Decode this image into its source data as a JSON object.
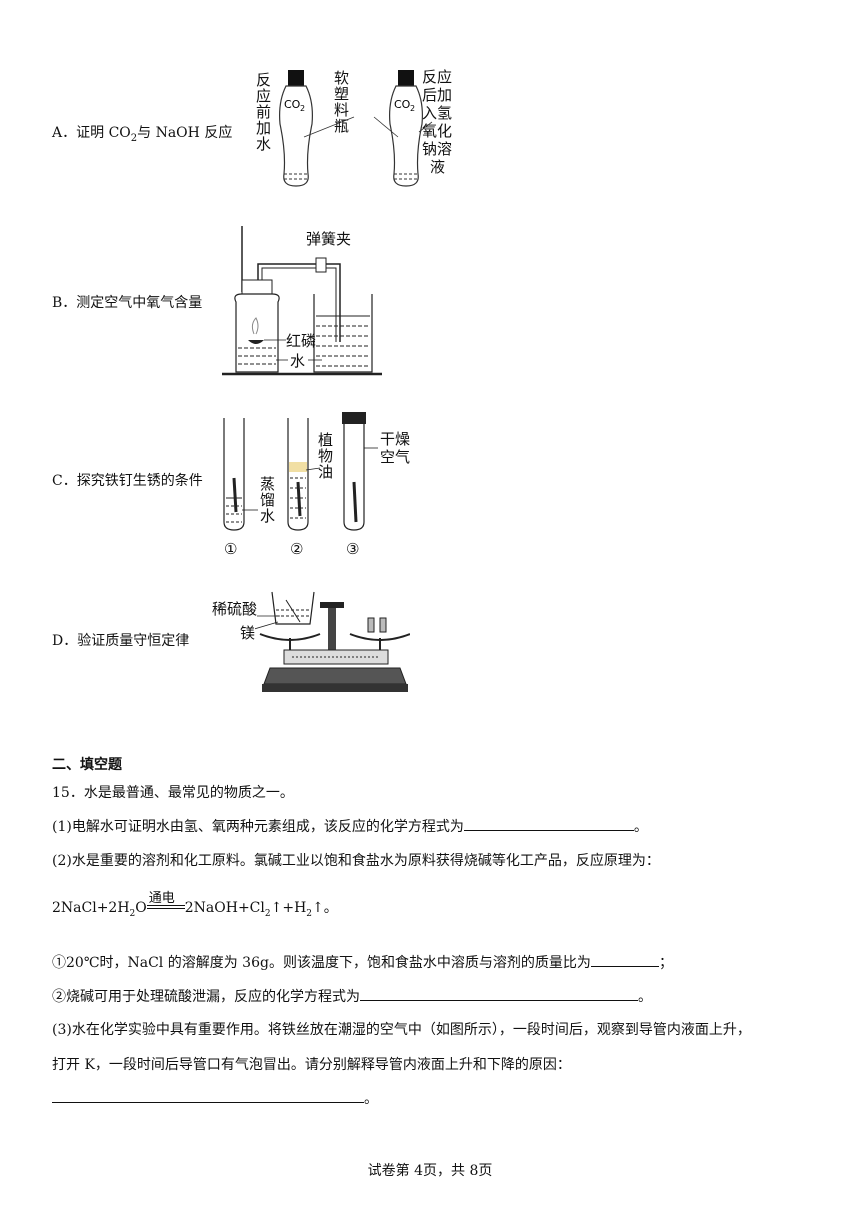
{
  "options": [
    {
      "letter": "A．",
      "text_pre": "证明  CO",
      "sub": "2",
      "text_post": "与  NaOH  反应"
    },
    {
      "letter": "B．",
      "text": "测定空气中氧气含量"
    },
    {
      "letter": "C．",
      "text": "探究铁钉生锈的条件"
    },
    {
      "letter": "D．",
      "text": "验证质量守恒定律"
    }
  ],
  "figA": {
    "label_left": "反应前加水",
    "label_mid": "软塑料瓶",
    "label_right": [
      "反应",
      "后加",
      "入氢",
      "氧化",
      "钠溶",
      "液"
    ],
    "co2": "CO",
    "co2_sub": "2"
  },
  "figB": {
    "clip": "弹簧夹",
    "phosphorus": "红磷",
    "water": "水"
  },
  "figC": {
    "dry_air": [
      "干燥",
      "空气"
    ],
    "oil": "植物油",
    "distilled": "蒸馏水",
    "tubes": [
      "①",
      "②",
      "③"
    ]
  },
  "figD": {
    "acid": "稀硫酸",
    "mg": "镁"
  },
  "section_title": "二、填空题",
  "q15": {
    "stem": "15．水是最普通、最常见的物质之一。",
    "p1": "(1)电解水可证明水由氢、氧两种元素组成，该反应的化学方程式为",
    "p1_end": "。",
    "p2": "(2)水是重要的溶剂和化工原料。氯碱工业以饱和食盐水为原料获得烧碱等化工产品，反应原理为：",
    "eq_left": "2NaCl+2H",
    "eq_h2o_sub": "2",
    "eq_o": "O",
    "eq_cond": "通电",
    "eq_right_a": "2NaOH+Cl",
    "eq_cl_sub": "2",
    "eq_right_b": "↑+H",
    "eq_h_sub": "2",
    "eq_right_c": "↑。",
    "s1": "①20℃时，NaCl 的溶解度为 36g。则该温度下，饱和食盐水中溶质与溶剂的质量比为",
    "s1_end": "；",
    "s2": "②烧碱可用于处理硫酸泄漏，反应的化学方程式为",
    "s2_end": "。",
    "p3a": "(3)水在化学实验中具有重要作用。将铁丝放在潮湿的空气中（如图所示），一段时间后，观察到导管内液面上升，",
    "p3b": "打开 K，一段时间后导管口有气泡冒出。请分别解释导管内液面上升和下降的原因：",
    "p3_end": "。"
  },
  "footer": "试卷第 4页，共 8页"
}
